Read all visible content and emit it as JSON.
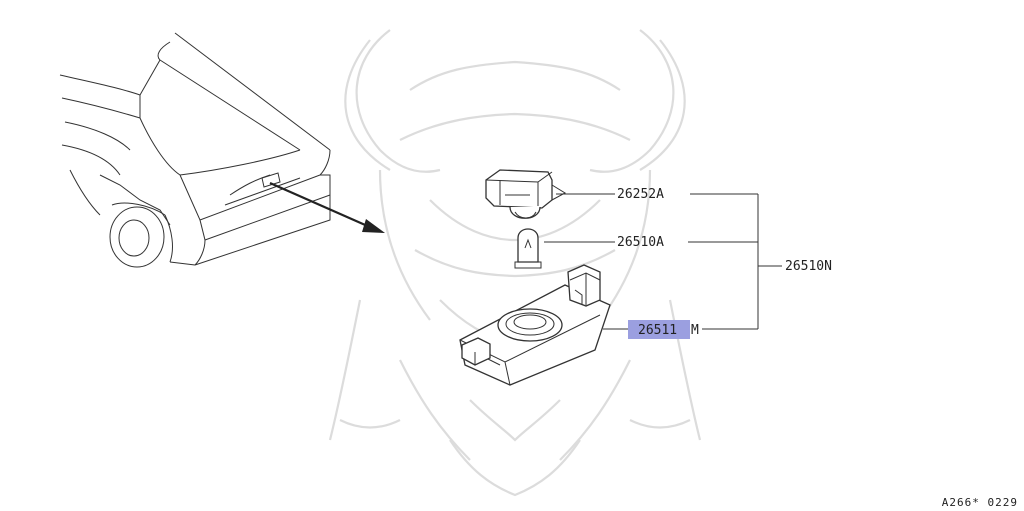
{
  "diagram": {
    "parts": [
      {
        "id": "socket",
        "label": "26252A"
      },
      {
        "id": "bulb",
        "label": "26510A"
      },
      {
        "id": "housing-prefix",
        "label": "26511"
      },
      {
        "id": "housing-suffix",
        "label": "M"
      },
      {
        "id": "assembly",
        "label": "26510N"
      }
    ],
    "reference_code": "A266* 0229",
    "colors": {
      "line": "#333333",
      "highlight": "#9b9fe0",
      "watermark": "#dcdcdc"
    }
  }
}
